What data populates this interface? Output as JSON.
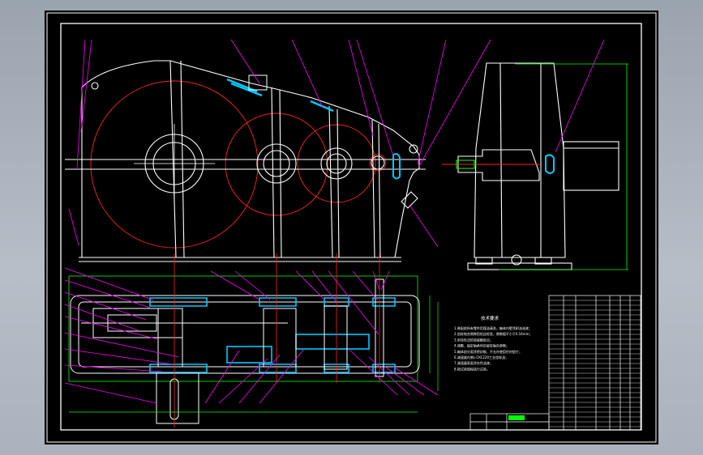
{
  "drawing": {
    "notes_title": "技术要求",
    "notes": [
      "1.装配前所有零件用煤油清洗，箱体内壁涂耐油油漆；",
      "2.齿轮啮合侧隙用铅丝检验，侧隙值不小于0.16mm；",
      "3.用涂色法检验接触斑点；",
      "4.调整、固定轴承时应留有轴向游隙；",
      "5.箱体剖分面涂密封胶，不允许使用任何垫片；",
      "6.减速器内装L-CKC220工业齿轮油；",
      "7.减速器表面涂灰色油漆；",
      "8.按试验规程进行试验。"
    ],
    "colors": {
      "frame": "#ffffff",
      "outline": "#ffffff",
      "pitch_circle": "#ff2020",
      "leader": "#ff00ff",
      "dimension": "#00ff00",
      "part": "#00c8ff"
    }
  }
}
